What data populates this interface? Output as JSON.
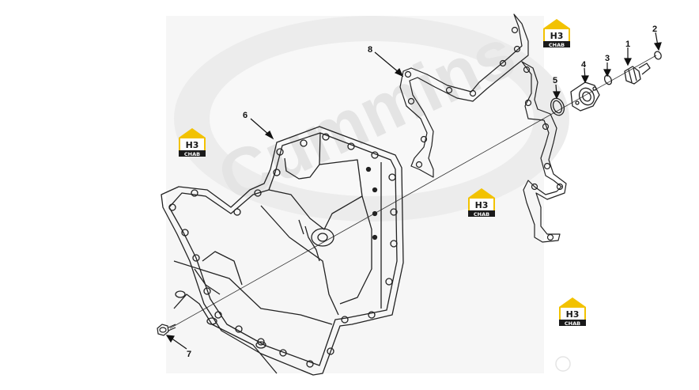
{
  "watermark": {
    "brand": "Cummins"
  },
  "logos": [
    {
      "text_top": "H3",
      "text_bottom": "CHAB"
    },
    {
      "text_top": "H3",
      "text_bottom": "CHAB"
    },
    {
      "text_top": "H3",
      "text_bottom": "CHAB"
    },
    {
      "text_top": "H3",
      "text_bottom": "CHAB"
    }
  ],
  "callouts": [
    "1",
    "2",
    "3",
    "4",
    "5",
    "6",
    "7",
    "8"
  ],
  "colors": {
    "line": "#222222",
    "logo_yellow": "#f2c200",
    "logo_dark": "#1a1a1a",
    "watermark": "#f1f1f1"
  }
}
